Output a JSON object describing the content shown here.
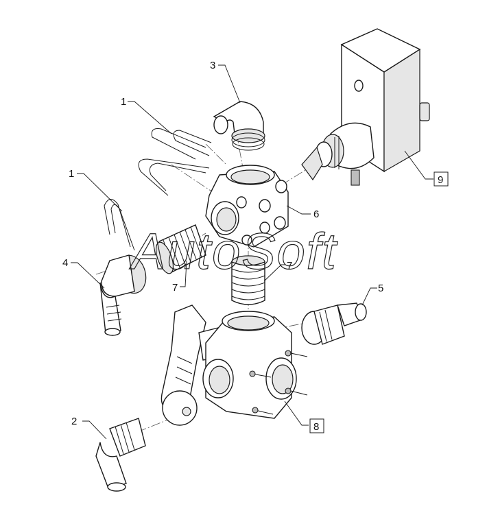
{
  "watermark": "AutoSoft",
  "callouts": {
    "c1a": "1",
    "c1b": "1",
    "c2": "2",
    "c3": "3",
    "c4": "4",
    "c5": "5",
    "c6": "6",
    "c7a": "7",
    "c7b": "7",
    "c8": "8",
    "c9": "9"
  }
}
